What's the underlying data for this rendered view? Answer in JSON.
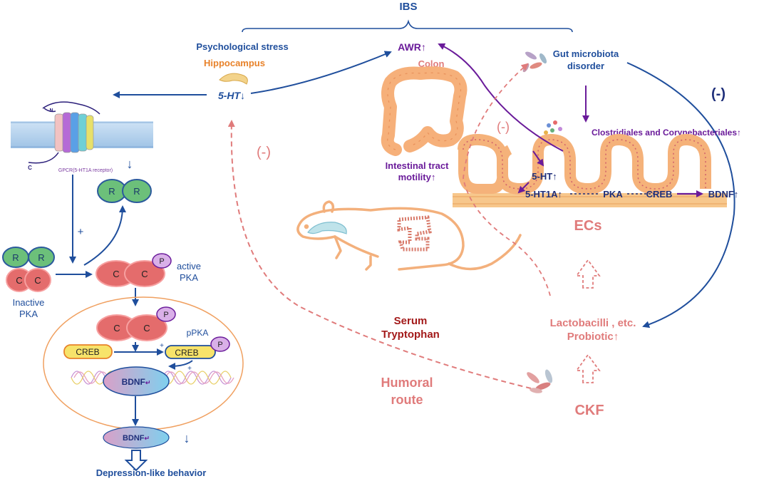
{
  "title": "IBS",
  "colors": {
    "blue": "#1f4e9c",
    "purple": "#6a1b9a",
    "pink": "#e07b7b",
    "dark_red": "#a31a1a",
    "orange": "#e8822a",
    "green": "#6cc07a",
    "red_subunit": "#e46c6c",
    "yellow": "#f5e46a"
  },
  "labels": {
    "psych_stress": "Psychological  stress",
    "hippocampus": "Hippocampus",
    "ht_down": "5-HT↓",
    "awr": "AWR↑",
    "colon": "Colon",
    "gut_line1": "Gut microbiota",
    "gut_line2": "disorder",
    "neg1": "(-)",
    "neg2": "(-)",
    "neg3": "(-)",
    "clostridiales": "Clostridiales and Corynebacteriales↑",
    "intestinal_line1": "Intestinal tract",
    "intestinal_line2": "motility↑",
    "ht_up": "5-HT↑",
    "ht1a": "5-HT1A↑",
    "pka_path": "PKA",
    "creb_path": "CREB",
    "bdnf_up": "BDNF↑",
    "ecs": "ECs",
    "gpcr": "GPCR(5-HT1A receptor)",
    "gpcr_n": "N",
    "gpcr_c": "C",
    "down_arrow": "↓",
    "r": "R",
    "c": "C",
    "p": "P",
    "plus": "+",
    "inactive_line1": "Inactive",
    "inactive_line2": "PKA",
    "active_line1": "active",
    "active_line2": "PKA",
    "ppka": "pPKA",
    "creb": "CREB",
    "bdnf": "BDNF",
    "bdnf_mark": "↵",
    "bdnf_down": "↓",
    "depression": "Depression-like behavior",
    "serum_line1": "Serum",
    "serum_line2": "Tryptophan",
    "humoral_line1": "Humoral",
    "humoral_line2": "route",
    "lacto_line1": "Lactobacilli , etc.",
    "lacto_line2": "Probiotic↑",
    "ckf": "CKF"
  }
}
